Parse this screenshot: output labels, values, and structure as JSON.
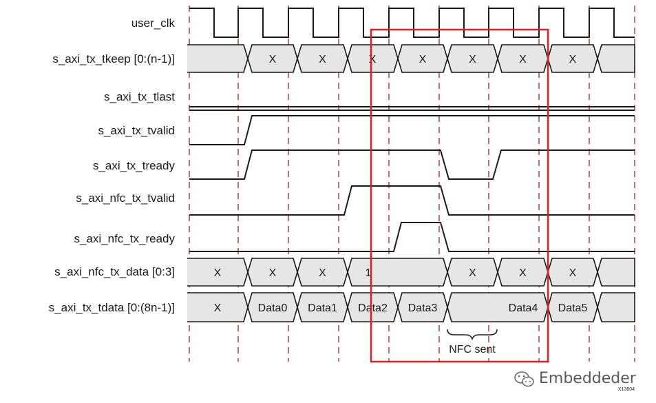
{
  "signals": [
    {
      "name": "user_clk"
    },
    {
      "name": "s_axi_tx_tkeep [0:(n-1)]",
      "values": [
        "",
        "X",
        "X",
        "X",
        "X",
        "X",
        "X",
        "X",
        ""
      ]
    },
    {
      "name": "s_axi_tx_tlast"
    },
    {
      "name": "s_axi_tx_tvalid"
    },
    {
      "name": "s_axi_tx_tready"
    },
    {
      "name": "s_axi_nfc_tx_tvalid"
    },
    {
      "name": "s_axi_nfc_tx_ready"
    },
    {
      "name": "s_axi_nfc_tx_data [0:3]",
      "values": [
        "X",
        "X",
        "X",
        "1",
        "X",
        "X",
        "X",
        ""
      ]
    },
    {
      "name": "s_axi_tx_tdata [0:(8n-1)]",
      "values": [
        "X",
        "Data0",
        "Data1",
        "Data2",
        "Data3",
        "Data4",
        "Data5",
        ""
      ]
    }
  ],
  "annotation": {
    "label": "NFC sent"
  },
  "watermark": {
    "text": "Embeddeder",
    "icon": "wechat-icon"
  },
  "figure_id": "X13804",
  "colors": {
    "wave": "#1a1a1a",
    "bus_fill": "#e6e6e6",
    "cycle_marker": "#a02020",
    "highlight": "#e02020"
  }
}
